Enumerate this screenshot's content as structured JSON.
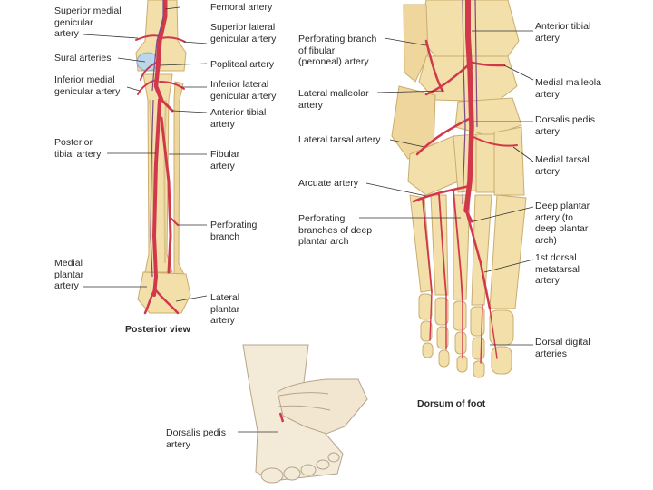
{
  "colors": {
    "bone": "#f3dfaa",
    "bone_shadow": "#dcc58a",
    "artery": "#d1394a",
    "vein": "#7b4a86",
    "skin": "#f4ead8",
    "skin_line": "#b6a58c",
    "leader": "#333333"
  },
  "posterior": {
    "caption": "Posterior view",
    "labels": {
      "superior_medial_genicular": "Superior medial\ngenicular\nartery",
      "sural": "Sural arteries",
      "inferior_medial_genicular": "Inferior medial\ngenicular artery",
      "posterior_tibial": "Posterior\ntibial artery",
      "medial_plantar": "Medial\nplantar\nartery",
      "femoral": "Femoral artery",
      "superior_lateral_genicular": "Superior lateral\ngenicular artery",
      "popliteal": "Popliteal artery",
      "inferior_lateral_genicular": "Inferior lateral\ngenicular artery",
      "anterior_tibial": "Anterior tibial\nartery",
      "fibular": "Fibular\nartery",
      "perforating_branch": "Perforating\nbranch",
      "lateral_plantar": "Lateral\nplantar\nartery"
    }
  },
  "dorsum": {
    "caption": "Dorsum of foot",
    "labels": {
      "perforating_fibular": "Perforating branch\nof fibular\n(peroneal) artery",
      "lateral_malleolar": "Lateral malleolar\nartery",
      "lateral_tarsal": "Lateral tarsal artery",
      "arcuate": "Arcuate artery",
      "perforating_plantar_arch": "Perforating\nbranches of deep\nplantar arch",
      "anterior_tibial": "Anterior tibial\nartery",
      "medial_malleolar": "Medial malleola\nartery",
      "dorsalis_pedis": "Dorsalis pedis\nartery",
      "medial_tarsal": "Medial tarsal\nartery",
      "deep_plantar": "Deep plantar\nartery (to\ndeep plantar\narch)",
      "first_dorsal_metatarsal": "1st dorsal\nmetatarsal\nartery",
      "dorsal_digital": "Dorsal digital\narteries"
    }
  },
  "pulse": {
    "label": "Dorsalis pedis\nartery"
  }
}
